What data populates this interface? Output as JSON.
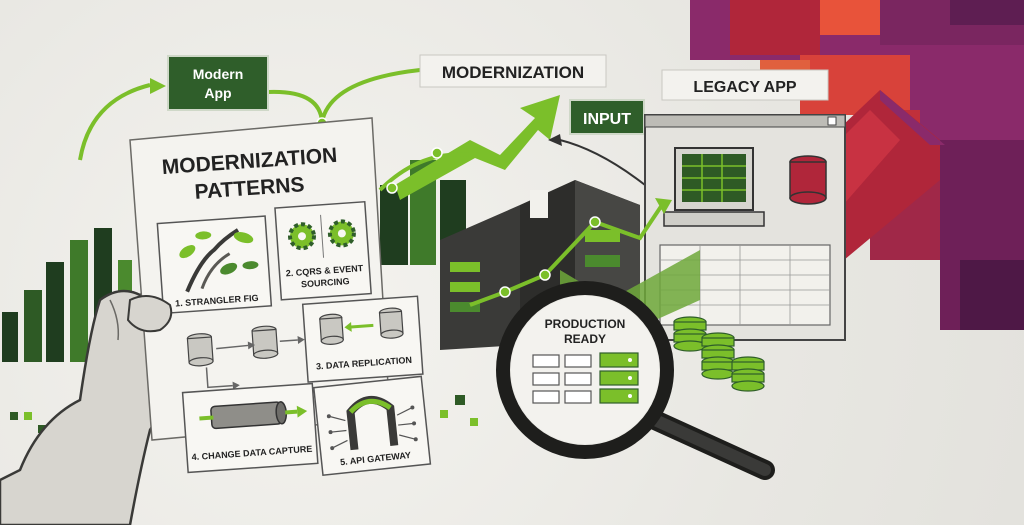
{
  "labels": {
    "modern_app_line1": "Modern",
    "modern_app_line2": "App",
    "modernization": "MODERNIZATION",
    "legacy_app": "LEGACY APP",
    "input": "INPUT",
    "title_line1": "MODERNIZATION",
    "title_line2": "PATTERNS",
    "production_line1": "PRODUCTION",
    "production_line2": "READY"
  },
  "patterns": [
    {
      "label": "1. STRANGLER FIG",
      "icon": "vine-icon"
    },
    {
      "label": "2. CQRS & EVENT",
      "label2": "SOURCING",
      "icon": "gears-icon"
    },
    {
      "label": "3. DATA REPLICATION",
      "icon": "databases-icon"
    },
    {
      "label": "4. CHANGE DATA CAPTURE",
      "icon": "pipe-icon"
    },
    {
      "label": "5. API GATEWAY",
      "icon": "gateway-icon"
    }
  ],
  "colors": {
    "accent_green": "#7bbf2a",
    "dark_green": "#2f5e2a",
    "crimson": "#b0263a",
    "magenta": "#8a2a6a",
    "orange": "#e8533a"
  }
}
